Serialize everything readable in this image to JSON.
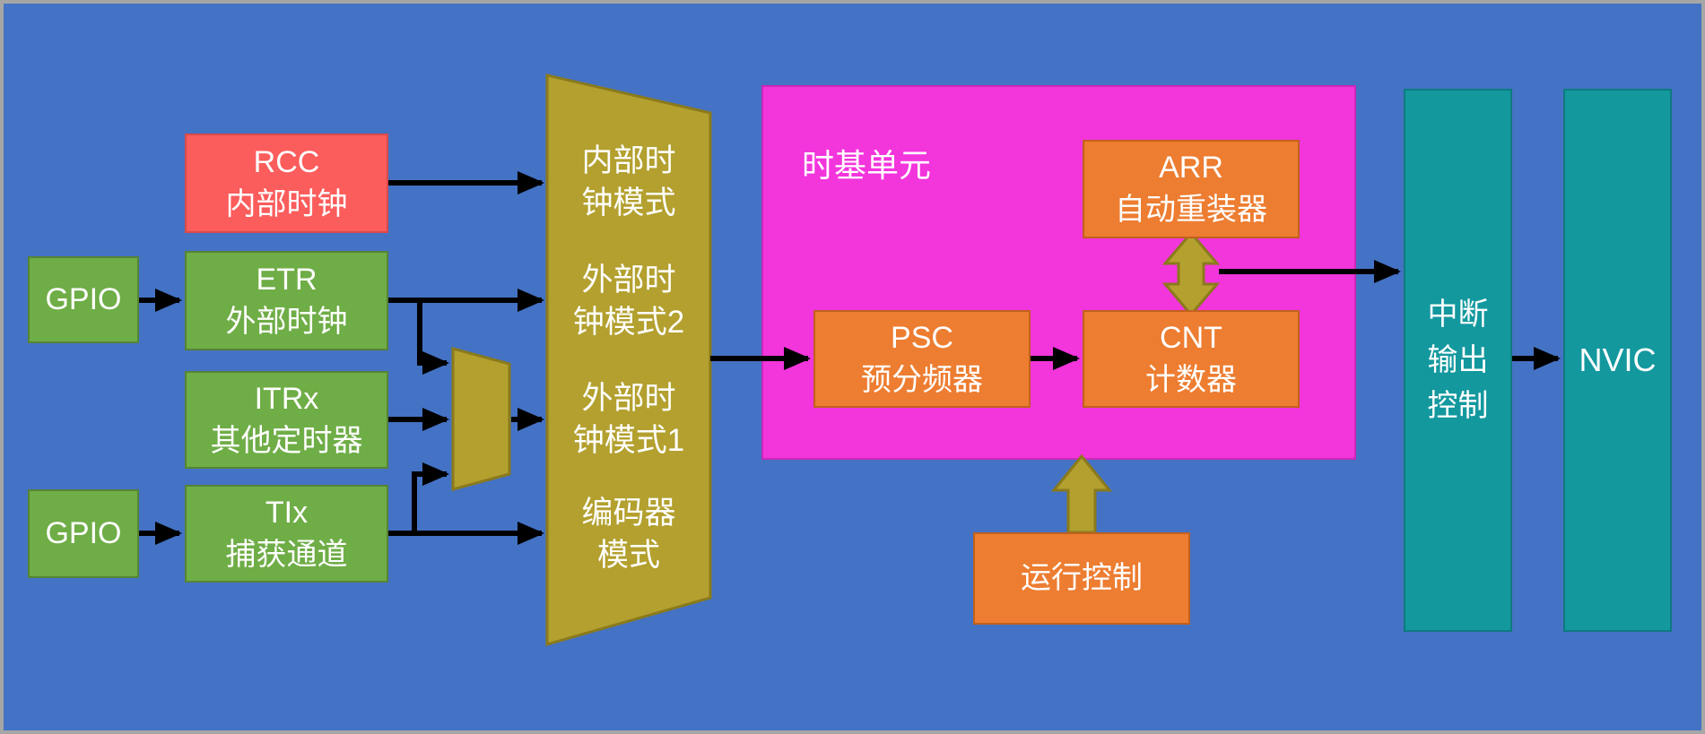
{
  "colors": {
    "background": "#4472c4",
    "frame_border": "#a6a6a6",
    "green_box": "#6fad47",
    "red_box": "#fb5c5c",
    "orange_box": "#ed7d31",
    "teal_box": "#13989e",
    "magenta_panel": "#f335dc",
    "mux_yellow": "#b3a02f",
    "arrow_black": "#000000",
    "text": "#ffffff"
  },
  "inputs": {
    "gpio_top": "GPIO",
    "gpio_bottom": "GPIO",
    "rcc": "RCC\n内部时钟",
    "etr": "ETR\n外部时钟",
    "itrx": "ITRx\n其他定时器",
    "tix": "TIx\n捕获通道"
  },
  "clock_modes": {
    "internal": "内部时\n钟模式",
    "external2": "外部时\n钟模式2",
    "external1": "外部时\n钟模式1",
    "encoder": "编码器\n模式"
  },
  "time_base": {
    "title": "时基单元",
    "arr": "ARR\n自动重装器",
    "psc": "PSC\n预分频器",
    "cnt": "CNT\n计数器"
  },
  "run_control": {
    "label": "运行控制"
  },
  "outputs": {
    "interrupt": "中断\n输出\n控制",
    "nvic": "NVIC"
  }
}
